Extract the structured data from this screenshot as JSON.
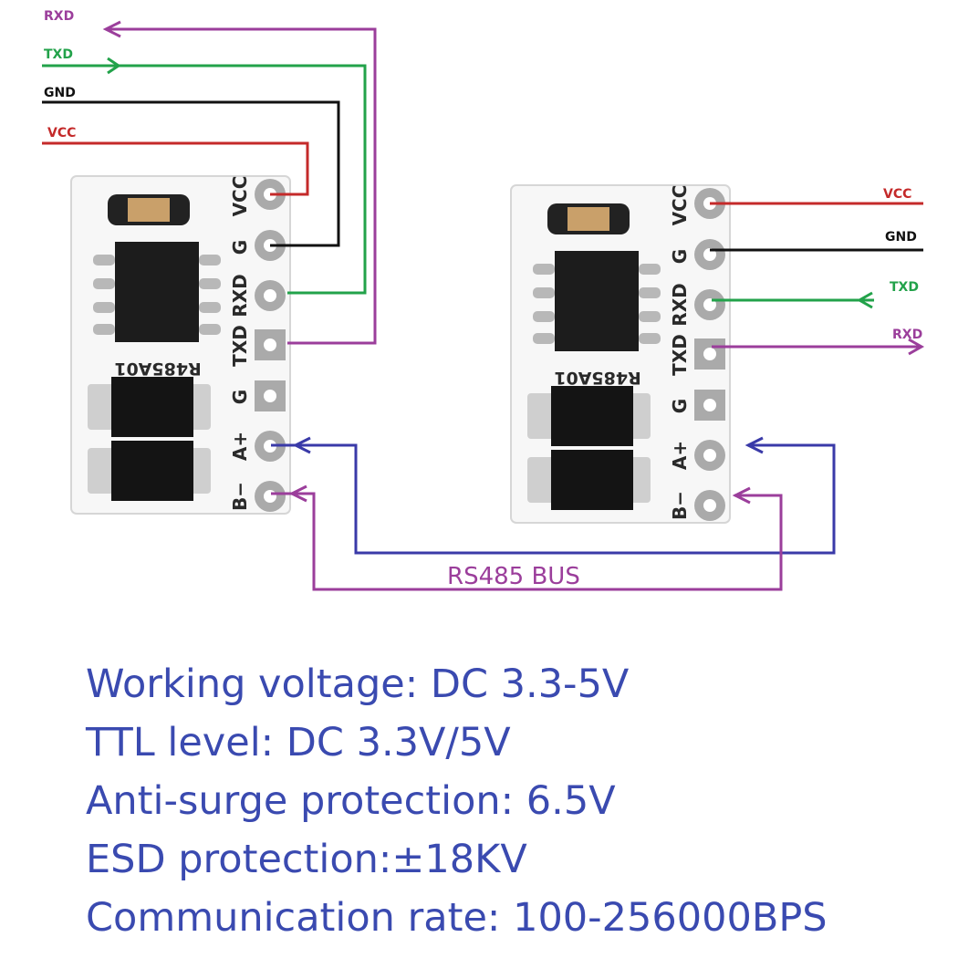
{
  "colors": {
    "rxd": "#9b3e9b",
    "txd": "#22a24a",
    "gnd": "#111111",
    "vcc": "#c42a2a",
    "a_line": "#3a3aa8",
    "b_line": "#9b3e9b",
    "spec_text": "#3a4ab0"
  },
  "left_wires": {
    "rxd": "RXD",
    "txd": "TXD",
    "gnd": "GND",
    "vcc": "VCC"
  },
  "right_wires": {
    "vcc": "VCC",
    "gnd": "GND",
    "txd": "TXD",
    "rxd": "RXD"
  },
  "module": {
    "part_number": "R485A01",
    "pins": [
      "VCC",
      "G",
      "RXD",
      "TXD",
      "G",
      "A+",
      "B−"
    ]
  },
  "bus_label": "RS485 BUS",
  "specs": [
    "Working voltage: DC 3.3-5V",
    "TTL level: DC 3.3V/5V",
    "Anti-surge protection: 6.5V",
    "ESD protection:±18KV",
    "Communication rate: 100-256000BPS"
  ]
}
